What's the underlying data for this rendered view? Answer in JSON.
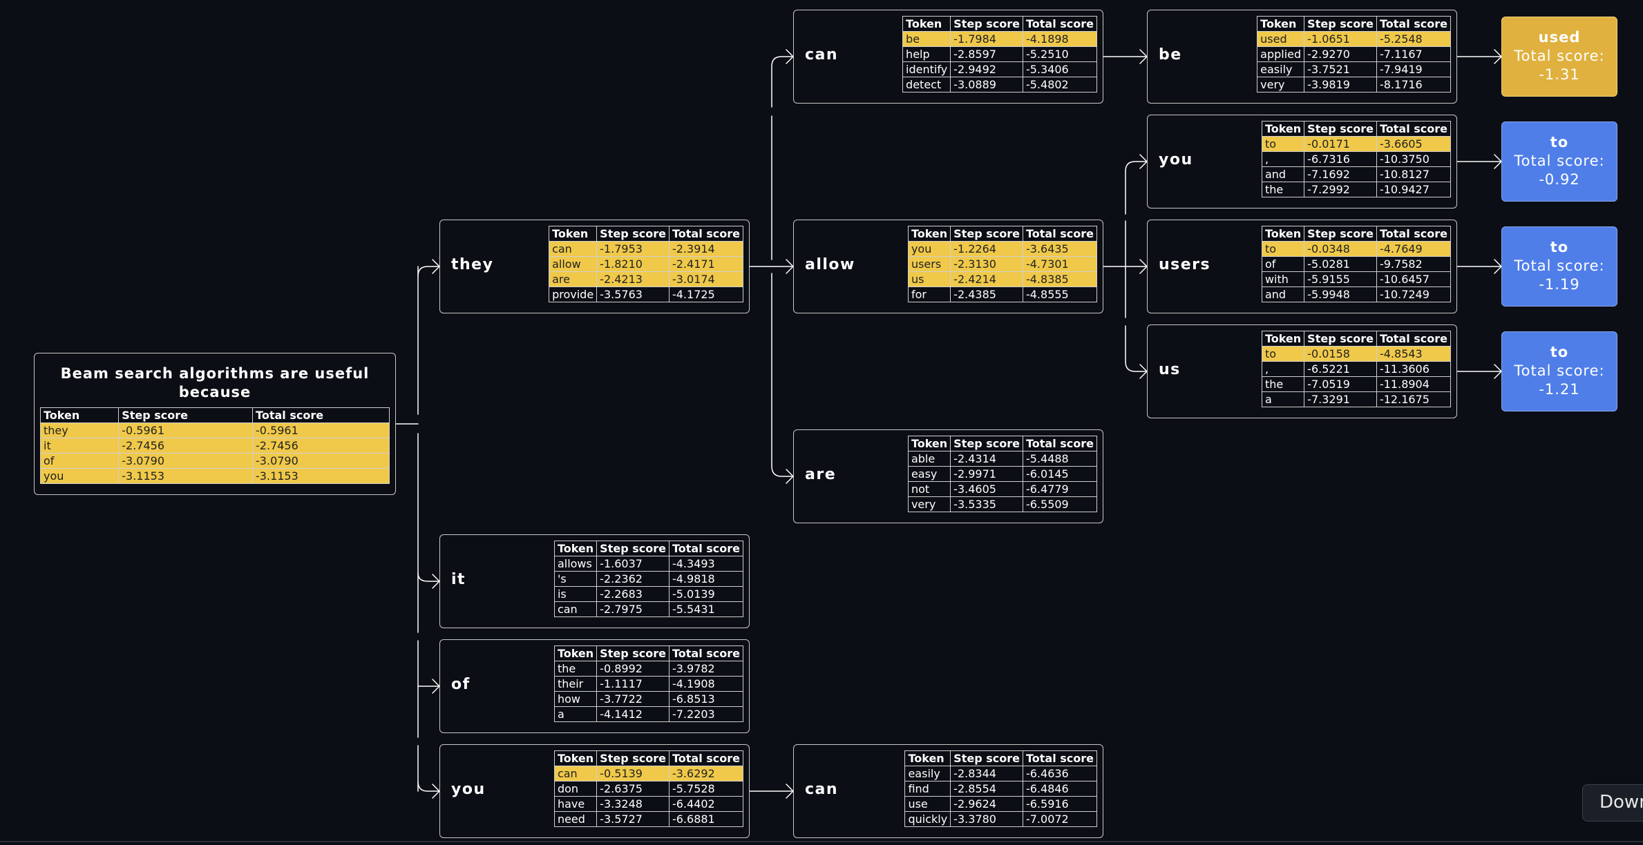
{
  "tree": {
    "root": {
      "title": "Beam search algorithms are useful because",
      "headers": [
        "Token",
        "Step score",
        "Total score"
      ],
      "rows": [
        [
          "they",
          "-0.5961",
          "-0.5961"
        ],
        [
          "it",
          "-2.7456",
          "-2.7456"
        ],
        [
          "of",
          "-3.0790",
          "-3.0790"
        ],
        [
          "you",
          "-3.1153",
          "-3.1153"
        ]
      ],
      "highlighted": [
        0,
        1,
        2,
        3
      ]
    },
    "they": {
      "label": "they",
      "headers": [
        "Token",
        "Step score",
        "Total score"
      ],
      "rows": [
        [
          "can",
          "-1.7953",
          "-2.3914"
        ],
        [
          "allow",
          "-1.8210",
          "-2.4171"
        ],
        [
          "are",
          "-2.4213",
          "-3.0174"
        ],
        [
          "provide",
          "-3.5763",
          "-4.1725"
        ]
      ],
      "highlighted": [
        0,
        1,
        2
      ]
    },
    "it": {
      "label": "it",
      "headers": [
        "Token",
        "Step score",
        "Total score"
      ],
      "rows": [
        [
          "allows",
          "-1.6037",
          "-4.3493"
        ],
        [
          "'s",
          "-2.2362",
          "-4.9818"
        ],
        [
          "is",
          "-2.2683",
          "-5.0139"
        ],
        [
          "can",
          "-2.7975",
          "-5.5431"
        ]
      ],
      "highlighted": []
    },
    "of": {
      "label": "of",
      "headers": [
        "Token",
        "Step score",
        "Total score"
      ],
      "rows": [
        [
          "the",
          "-0.8992",
          "-3.9782"
        ],
        [
          "their",
          "-1.1117",
          "-4.1908"
        ],
        [
          "how",
          "-3.7722",
          "-6.8513"
        ],
        [
          "a",
          "-4.1412",
          "-7.2203"
        ]
      ],
      "highlighted": []
    },
    "you": {
      "label": "you",
      "headers": [
        "Token",
        "Step score",
        "Total score"
      ],
      "rows": [
        [
          "can",
          "-0.5139",
          "-3.6292"
        ],
        [
          "don",
          "-2.6375",
          "-5.7528"
        ],
        [
          "have",
          "-3.3248",
          "-6.4402"
        ],
        [
          "need",
          "-3.5727",
          "-6.6881"
        ]
      ],
      "highlighted": [
        0
      ]
    },
    "they_can": {
      "label": "can",
      "headers": [
        "Token",
        "Step score",
        "Total score"
      ],
      "rows": [
        [
          "be",
          "-1.7984",
          "-4.1898"
        ],
        [
          "help",
          "-2.8597",
          "-5.2510"
        ],
        [
          "identify",
          "-2.9492",
          "-5.3406"
        ],
        [
          "detect",
          "-3.0889",
          "-5.4802"
        ]
      ],
      "highlighted": [
        0
      ]
    },
    "they_allow": {
      "label": "allow",
      "headers": [
        "Token",
        "Step score",
        "Total score"
      ],
      "rows": [
        [
          "you",
          "-1.2264",
          "-3.6435"
        ],
        [
          "users",
          "-2.3130",
          "-4.7301"
        ],
        [
          "us",
          "-2.4214",
          "-4.8385"
        ],
        [
          "for",
          "-2.4385",
          "-4.8555"
        ]
      ],
      "highlighted": [
        0,
        1,
        2
      ]
    },
    "they_are": {
      "label": "are",
      "headers": [
        "Token",
        "Step score",
        "Total score"
      ],
      "rows": [
        [
          "able",
          "-2.4314",
          "-5.4488"
        ],
        [
          "easy",
          "-2.9971",
          "-6.0145"
        ],
        [
          "not",
          "-3.4605",
          "-6.4779"
        ],
        [
          "very",
          "-3.5335",
          "-6.5509"
        ]
      ],
      "highlighted": []
    },
    "you_can": {
      "label": "can",
      "headers": [
        "Token",
        "Step score",
        "Total score"
      ],
      "rows": [
        [
          "easily",
          "-2.8344",
          "-6.4636"
        ],
        [
          "find",
          "-2.8554",
          "-6.4846"
        ],
        [
          "use",
          "-2.9624",
          "-6.5916"
        ],
        [
          "quickly",
          "-3.3780",
          "-7.0072"
        ]
      ],
      "highlighted": []
    },
    "can_be": {
      "label": "be",
      "headers": [
        "Token",
        "Step score",
        "Total score"
      ],
      "rows": [
        [
          "used",
          "-1.0651",
          "-5.2548"
        ],
        [
          "applied",
          "-2.9270",
          "-7.1167"
        ],
        [
          "easily",
          "-3.7521",
          "-7.9419"
        ],
        [
          "very",
          "-3.9819",
          "-8.1716"
        ]
      ],
      "highlighted": [
        0
      ]
    },
    "allow_you": {
      "label": "you",
      "headers": [
        "Token",
        "Step score",
        "Total score"
      ],
      "rows": [
        [
          "to",
          "-0.0171",
          "-3.6605"
        ],
        [
          ",",
          "-6.7316",
          "-10.3750"
        ],
        [
          "and",
          "-7.1692",
          "-10.8127"
        ],
        [
          "the",
          "-7.2992",
          "-10.9427"
        ]
      ],
      "highlighted": [
        0
      ]
    },
    "allow_users": {
      "label": "users",
      "headers": [
        "Token",
        "Step score",
        "Total score"
      ],
      "rows": [
        [
          "to",
          "-0.0348",
          "-4.7649"
        ],
        [
          "of",
          "-5.0281",
          "-9.7582"
        ],
        [
          "with",
          "-5.9155",
          "-10.6457"
        ],
        [
          "and",
          "-5.9948",
          "-10.7249"
        ]
      ],
      "highlighted": [
        0
      ]
    },
    "allow_us": {
      "label": "us",
      "headers": [
        "Token",
        "Step score",
        "Total score"
      ],
      "rows": [
        [
          "to",
          "-0.0158",
          "-4.8543"
        ],
        [
          ",",
          "-6.5221",
          "-11.3606"
        ],
        [
          "the",
          "-7.0519",
          "-11.8904"
        ],
        [
          "a",
          "-7.3291",
          "-12.1675"
        ]
      ],
      "highlighted": [
        0
      ]
    }
  },
  "leaves": {
    "used": {
      "token": "used",
      "score_label": "Total score:",
      "score": "-1.31",
      "color": "#e0b13f"
    },
    "you_to": {
      "token": "to",
      "score_label": "Total score:",
      "score": "-0.92",
      "color": "#4f7ee8"
    },
    "users_to": {
      "token": "to",
      "score_label": "Total score:",
      "score": "-1.19",
      "color": "#4f7ee8"
    },
    "us_to": {
      "token": "to",
      "score_label": "Total score:",
      "score": "-1.21",
      "color": "#4f7ee8"
    }
  },
  "colors": {
    "background": "#0b0e14",
    "highlight": "#f0c94a",
    "best_leaf": "#e0b13f",
    "leaf": "#4f7ee8"
  },
  "download_button": {
    "label": "Download",
    "icon": "download-icon"
  }
}
